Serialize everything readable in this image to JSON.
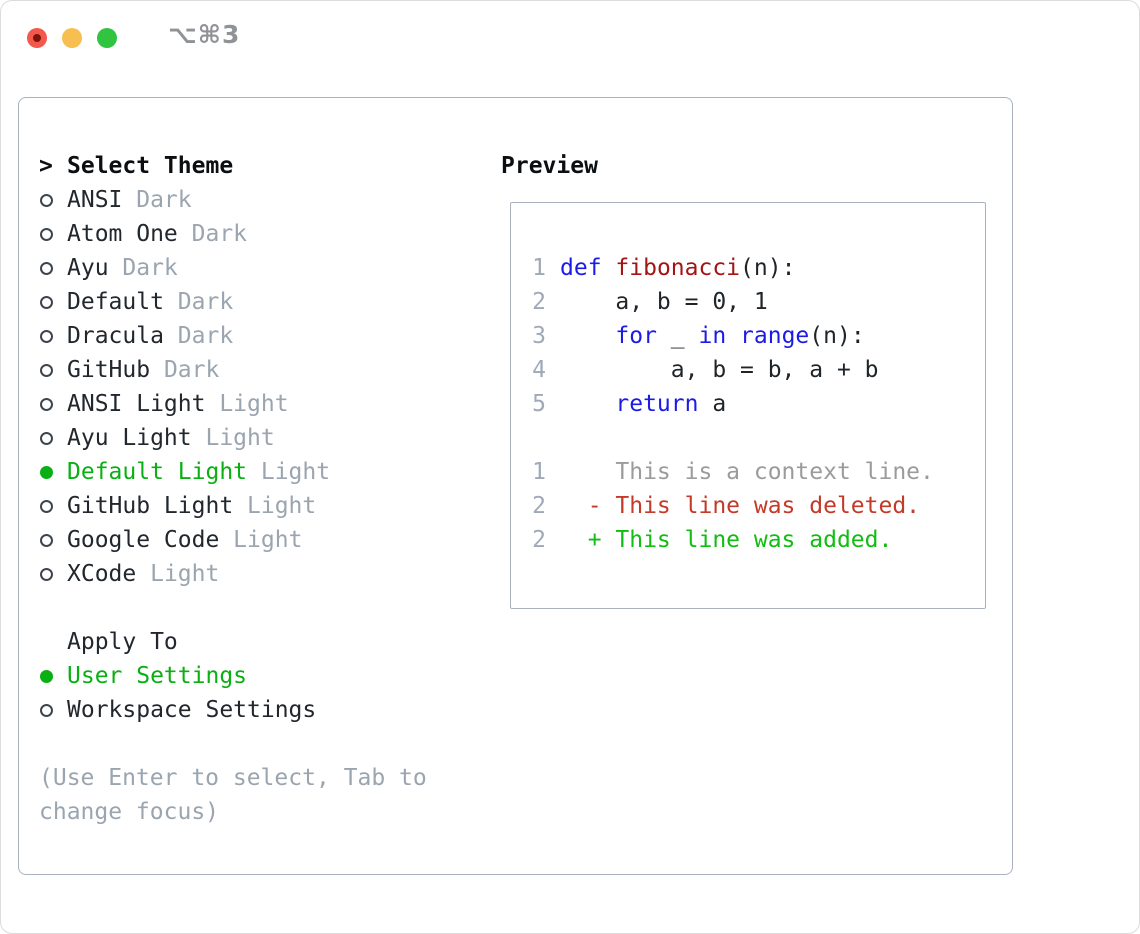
{
  "titlebar": {
    "shortcut": "⌥⌘3",
    "buttons": [
      "close",
      "minimize",
      "zoom"
    ]
  },
  "theme_panel": {
    "chevron": ">",
    "title": "Select Theme",
    "items": [
      {
        "name": "ANSI",
        "tag": "Dark",
        "selected": false
      },
      {
        "name": "Atom One",
        "tag": "Dark",
        "selected": false
      },
      {
        "name": "Ayu",
        "tag": "Dark",
        "selected": false
      },
      {
        "name": "Default",
        "tag": "Dark",
        "selected": false
      },
      {
        "name": "Dracula",
        "tag": "Dark",
        "selected": false
      },
      {
        "name": "GitHub",
        "tag": "Dark",
        "selected": false
      },
      {
        "name": "ANSI Light",
        "tag": "Light",
        "selected": false
      },
      {
        "name": "Ayu Light",
        "tag": "Light",
        "selected": false
      },
      {
        "name": "Default Light",
        "tag": "Light",
        "selected": true
      },
      {
        "name": "GitHub Light",
        "tag": "Light",
        "selected": false
      },
      {
        "name": "Google Code",
        "tag": "Light",
        "selected": false
      },
      {
        "name": "XCode",
        "tag": "Light",
        "selected": false
      }
    ],
    "apply_to": {
      "title": "Apply To",
      "options": [
        {
          "label": "User Settings",
          "selected": true
        },
        {
          "label": "Workspace Settings",
          "selected": false
        }
      ]
    },
    "help": "(Use Enter to select, Tab to change focus)"
  },
  "preview": {
    "title": "Preview",
    "lines": [
      {
        "num": "1",
        "segments": [
          {
            "t": "def",
            "c": "kw"
          },
          {
            "t": " ",
            "c": "pl"
          },
          {
            "t": "fibonacci",
            "c": "fn"
          },
          {
            "t": "(n):",
            "c": "pl"
          }
        ]
      },
      {
        "num": "2",
        "segments": [
          {
            "t": "    a, b = 0, 1",
            "c": "pl"
          }
        ]
      },
      {
        "num": "3",
        "segments": [
          {
            "t": "    ",
            "c": "pl"
          },
          {
            "t": "for",
            "c": "kw"
          },
          {
            "t": " _ ",
            "c": "pl"
          },
          {
            "t": "in",
            "c": "kw"
          },
          {
            "t": " ",
            "c": "pl"
          },
          {
            "t": "range",
            "c": "kw"
          },
          {
            "t": "(n):",
            "c": "pl"
          }
        ]
      },
      {
        "num": "4",
        "segments": [
          {
            "t": "        a, b = b, a + b",
            "c": "pl"
          }
        ]
      },
      {
        "num": "5",
        "segments": [
          {
            "t": "    ",
            "c": "pl"
          },
          {
            "t": "return",
            "c": "kw"
          },
          {
            "t": " a",
            "c": "pl"
          }
        ]
      },
      {
        "num": "",
        "segments": []
      },
      {
        "num": "1",
        "segments": [
          {
            "t": "    This is a context line.",
            "c": "ctx"
          }
        ]
      },
      {
        "num": "2",
        "segments": [
          {
            "t": "  - This line was deleted.",
            "c": "del"
          }
        ]
      },
      {
        "num": "2",
        "segments": [
          {
            "t": "  + This line was added.",
            "c": "add"
          }
        ]
      }
    ]
  },
  "colors": {
    "keyword": "#1b1be8",
    "function": "#a31515",
    "plain": "#1f2429",
    "line_number": "#9fa9b8",
    "context": "#9b9b9b",
    "deleted": "#c43a28",
    "added": "#12bd12",
    "selected_green": "#0aaf14",
    "muted": "#9aa5b0",
    "panel_border": "#aab2bd",
    "traffic_red": "#f2594c",
    "traffic_red_dot": "#7d130a",
    "traffic_yellow": "#f6bf4f",
    "traffic_green": "#30c440"
  }
}
